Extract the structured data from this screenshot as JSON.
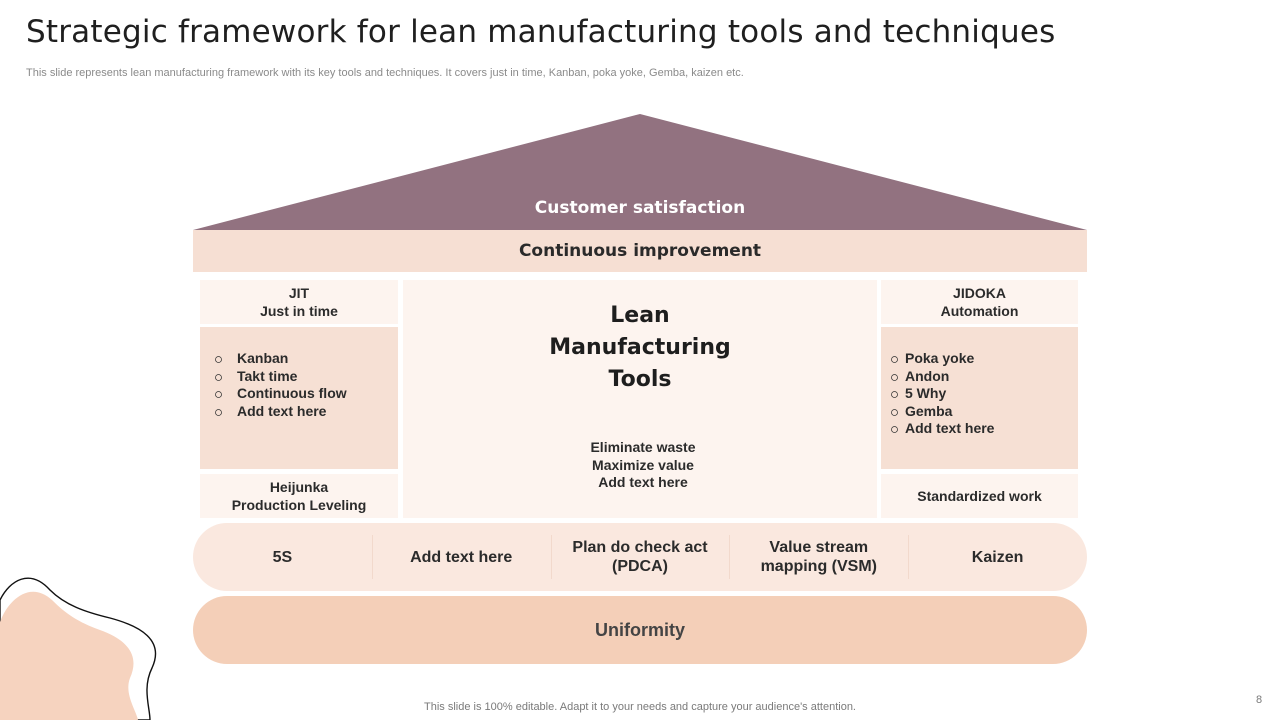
{
  "title": "Strategic framework for lean manufacturing tools and techniques",
  "subtitle": "This slide represents lean manufacturing framework with its key tools and techniques. It covers just in time, Kanban, poka yoke,  Gemba, kaizen etc.",
  "roof": {
    "label": "Customer satisfaction",
    "color": "#927280"
  },
  "continuous_improvement": "Continuous  improvement",
  "left_pillar": {
    "head_line1": "JIT",
    "head_line2": "Just in time",
    "items": [
      "Kanban",
      "Takt time",
      "Continuous flow",
      "Add  text here"
    ],
    "base_line1": "Heijunka",
    "base_line2": "Production Leveling"
  },
  "center": {
    "title_line1": "Lean",
    "title_line2": "Manufacturing",
    "title_line3": "Tools",
    "sub_line1": "Eliminate waste",
    "sub_line2": "Maximize value",
    "sub_line3": "Add  text here"
  },
  "right_pillar": {
    "head_line1": "JIDOKA",
    "head_line2": "Automation",
    "items": [
      "Poka yoke",
      "Andon",
      "5 Why",
      "Gemba",
      "Add  text here"
    ],
    "base": "Standardized work"
  },
  "tools": [
    {
      "line1": "5S",
      "line2": ""
    },
    {
      "line1": "Add text here",
      "line2": ""
    },
    {
      "line1": "Plan do check act",
      "line2": "(PDCA)"
    },
    {
      "line1": "Value stream",
      "line2": "mapping (VSM)"
    },
    {
      "line1": "Kaizen",
      "line2": ""
    }
  ],
  "foundation": "Uniformity",
  "footer": "This slide is 100% editable. Adapt it to your needs and capture your audience's attention.",
  "page_number": "8",
  "colors": {
    "roof": "#927280",
    "band_light": "#f6dfd3",
    "panel": "#fdf4ef",
    "foundation": "#f4cfb8",
    "blob": "#f6d3bf"
  }
}
